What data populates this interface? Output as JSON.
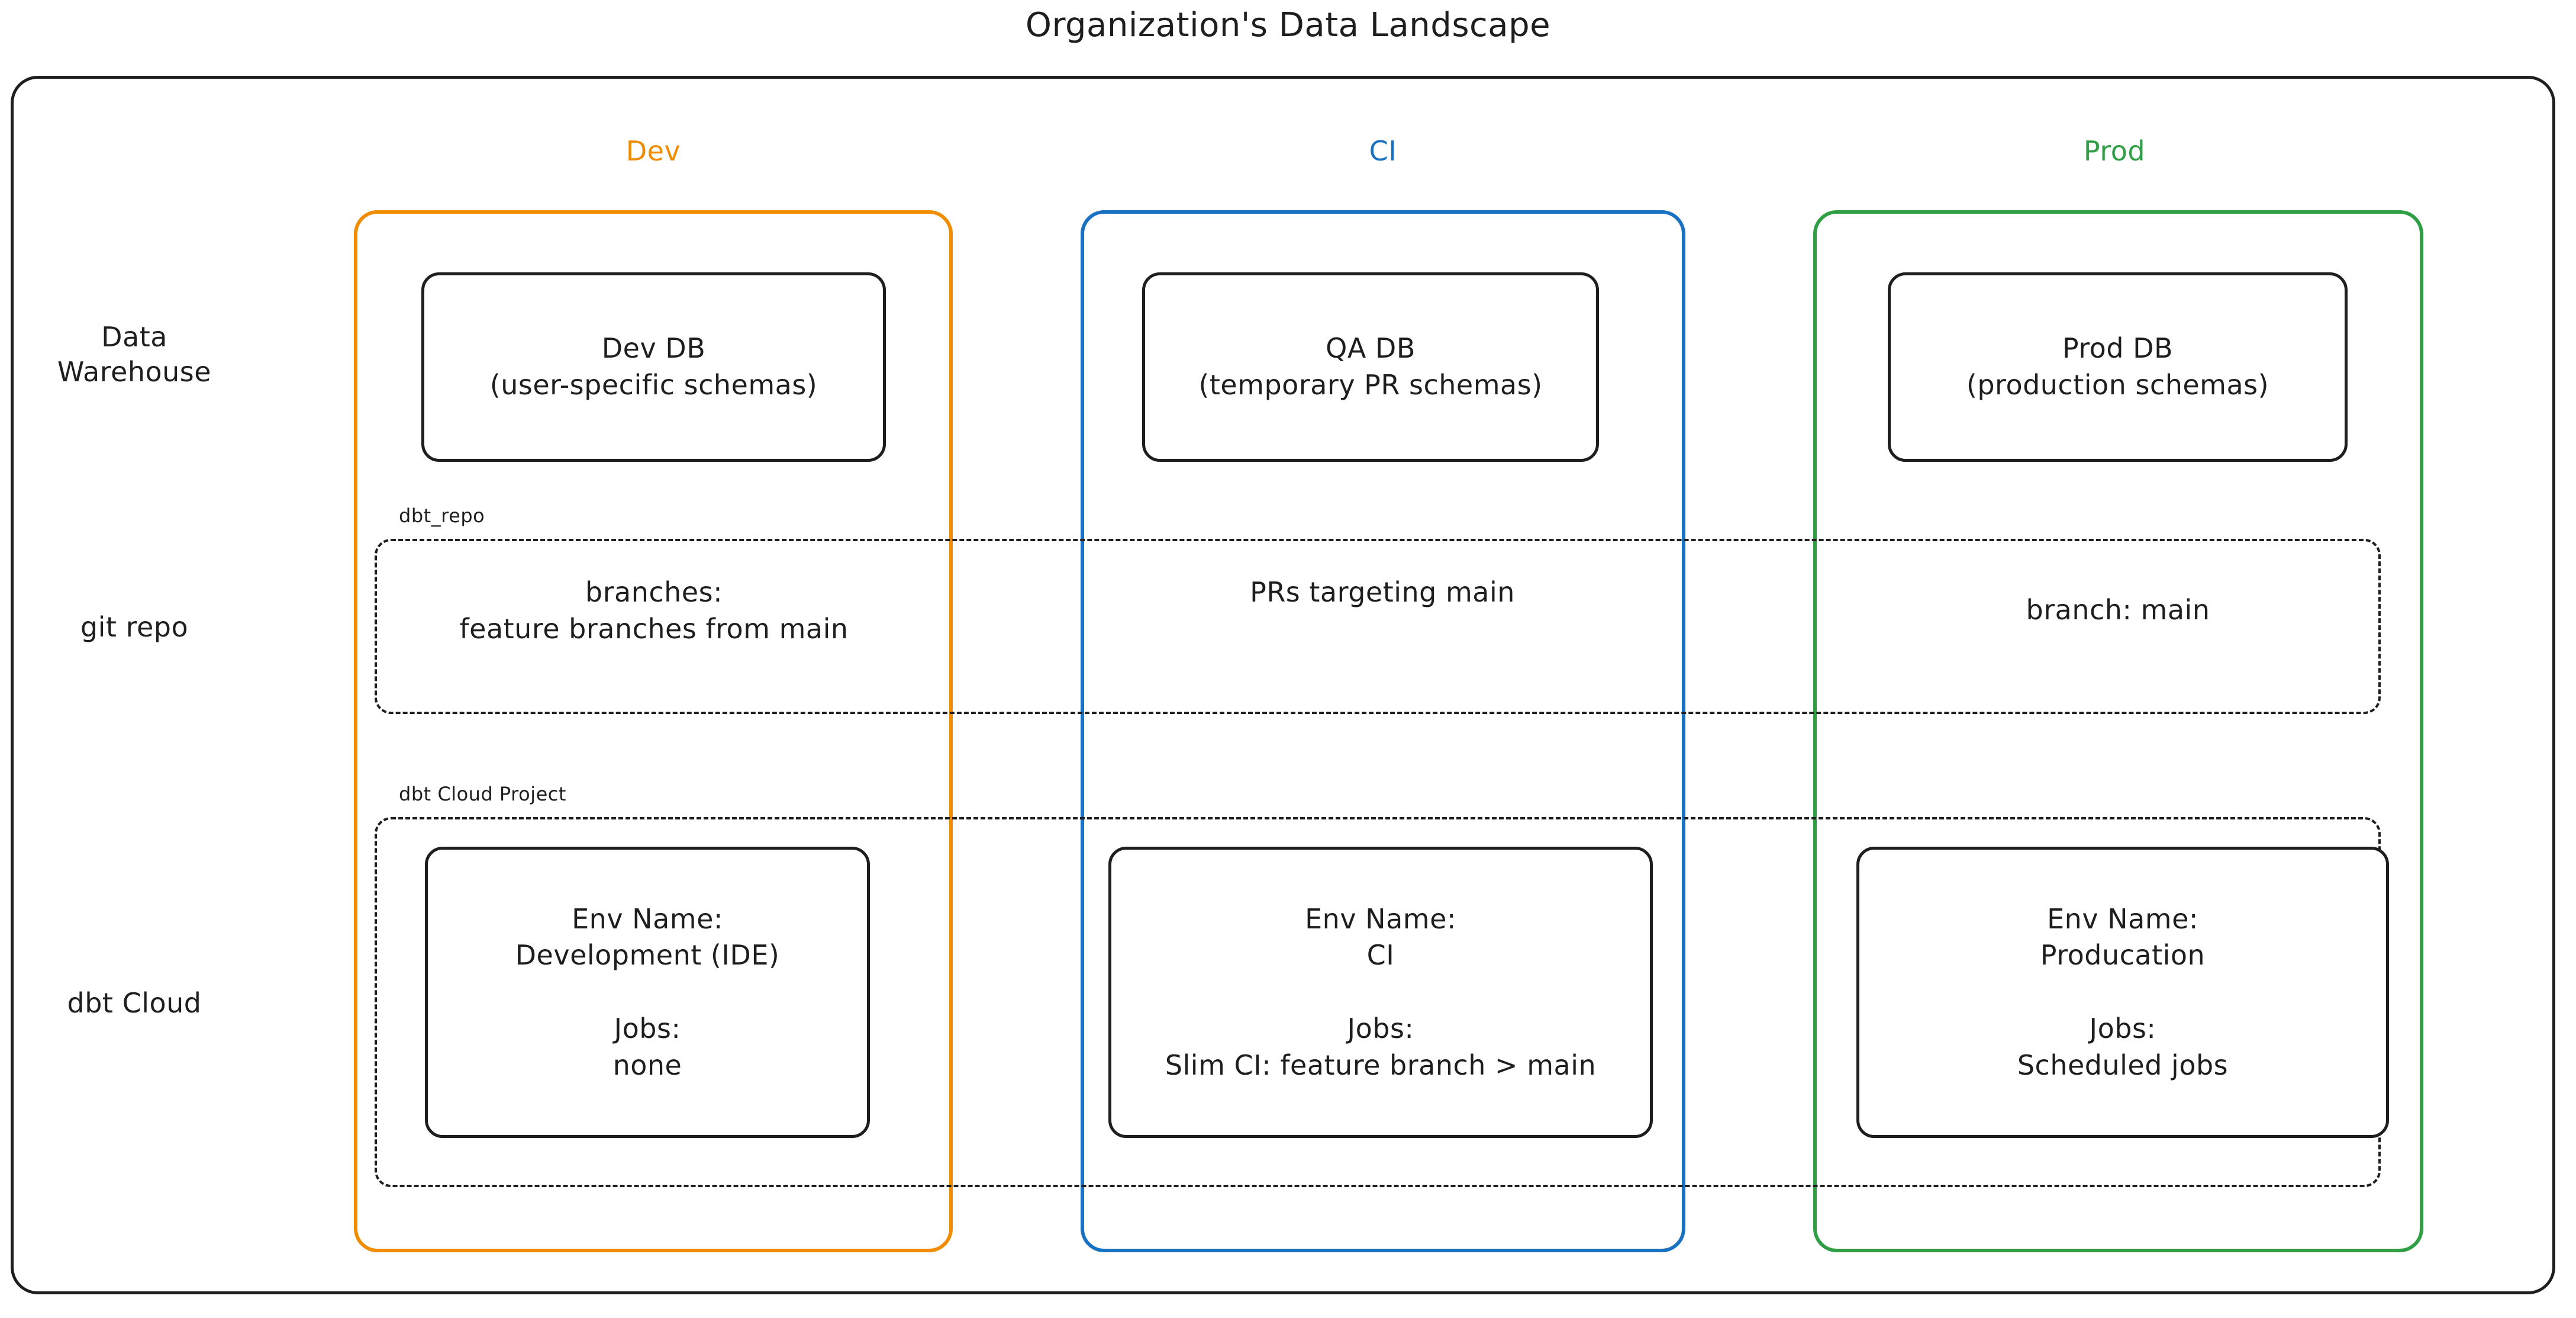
{
  "title": "Organization's Data Landscape",
  "colors": {
    "dev": "#f08c00",
    "ci": "#1971c2",
    "prod": "#2f9e44",
    "stroke": "#1e1e1e",
    "background": "#ffffff"
  },
  "rows": {
    "warehouse": "Data\nWarehouse",
    "git": "git repo",
    "dbt": "dbt Cloud"
  },
  "columns": {
    "dev": "Dev",
    "ci": "CI",
    "prod": "Prod"
  },
  "groups": {
    "git_repo_label": "dbt_repo",
    "dbt_cloud_label": "dbt Cloud Project"
  },
  "warehouse": {
    "dev": "Dev DB\n(user-specific schemas)",
    "ci": "QA DB\n(temporary PR schemas)",
    "prod": "Prod DB\n(production schemas)"
  },
  "git_repo": {
    "dev": "branches:\nfeature branches from main",
    "ci": "PRs targeting main",
    "prod": "branch: main"
  },
  "dbt_cloud": {
    "dev": {
      "env": "Env Name:\nDevelopment (IDE)",
      "jobs": "Jobs:\nnone"
    },
    "ci": {
      "env": "Env Name:\nCI",
      "jobs": "Jobs:\nSlim CI: feature branch > main"
    },
    "prod": {
      "env": "Env Name:\nProducation",
      "jobs": "Jobs:\nScheduled jobs"
    }
  }
}
